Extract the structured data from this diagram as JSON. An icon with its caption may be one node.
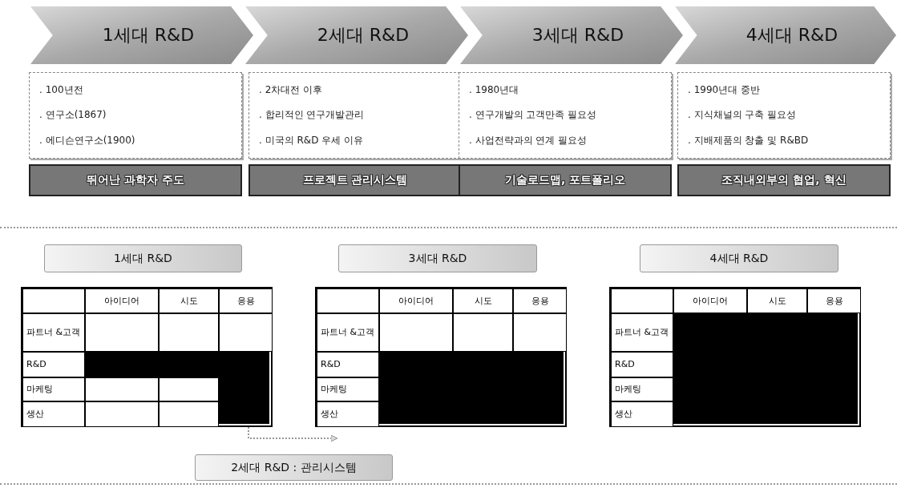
{
  "diagram": {
    "nodes": [
      {
        "text": [
          "1세대 R&D"
        ]
      },
      {
        "text": [
          "2세대 R&D"
        ]
      },
      {
        "text": [
          "3세대 R&D"
        ]
      },
      {
        "text": [
          "4세대 R&D"
        ]
      },
      {
        "text": [
          ". 100년전",
          ". 연구소(1867)",
          ". 에디슨연구소(1900)"
        ]
      },
      {
        "text": [
          ". 2차대전 이후",
          ". 합리적인 연구개발관리",
          ". 미국의 R&D 우세 이유"
        ]
      },
      {
        "text": [
          ". 1980년대",
          ". 연구개발의 고객만족 필요성",
          ". 사업전략과의 연계 필요성"
        ]
      },
      {
        "text": [
          ". 1990년대 중반",
          ". 지식채널의 구축 필요성",
          ". 지배제품의 창출 및 R&BD"
        ]
      },
      {
        "text": [
          "뛰어난 과학자 주도"
        ]
      },
      {
        "text": [
          "프로젝트 관리시스템"
        ]
      },
      {
        "text": [
          "기술로드맵, 포트폴리오"
        ]
      },
      {
        "text": [
          "조직내외부의 협업, 혁신"
        ]
      },
      {
        "text": [
          "1세대 R&D"
        ]
      },
      {
        "text": [
          "3세대 R&D"
        ]
      },
      {
        "text": [
          "4세대 R&D"
        ]
      },
      {
        "text": [],
        "shape": "table"
      },
      {
        "text": [],
        "shape": "table"
      },
      {
        "text": [],
        "shape": "table"
      },
      {
        "text": [
          "2세대 R&D : 관리시스템"
        ]
      }
    ],
    "edges": [
      {
        "from": 15,
        "to": 16,
        "arrow": "to",
        "style": "dashed"
      }
    ],
    "labels": [
      "아이디어",
      "시도",
      "응용",
      "파트너 &고객",
      "R&D",
      "마케팅",
      "생산",
      "아이디어",
      "시도",
      "응용",
      "파트너 &고객",
      "R&D",
      "마케팅",
      "생산",
      "아이디어",
      "시도",
      "응용",
      "파트너 &고객",
      "R&D",
      "마케팅",
      "생산"
    ]
  }
}
